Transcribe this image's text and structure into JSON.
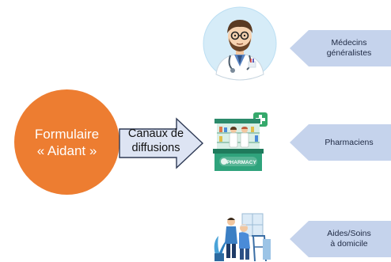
{
  "source": {
    "line1": "Formulaire",
    "line2": "« Aidant »",
    "color": "#ed7d31"
  },
  "arrow": {
    "line1": "Canaux de",
    "line2": "diffusions",
    "fill": "#dde4f3",
    "stroke": "#2e3a55"
  },
  "targets": [
    {
      "line1": "Médecins",
      "line2": "généralistes",
      "icon": "doctor-icon"
    },
    {
      "line1": "Pharmaciens",
      "line2": "",
      "icon": "pharmacy-icon"
    },
    {
      "line1": "Aides/Soins",
      "line2": "à domicile",
      "icon": "home-care-icon"
    }
  ],
  "pharmacy_sign": "PHARMACY",
  "callout_color": "#c5d3ec"
}
